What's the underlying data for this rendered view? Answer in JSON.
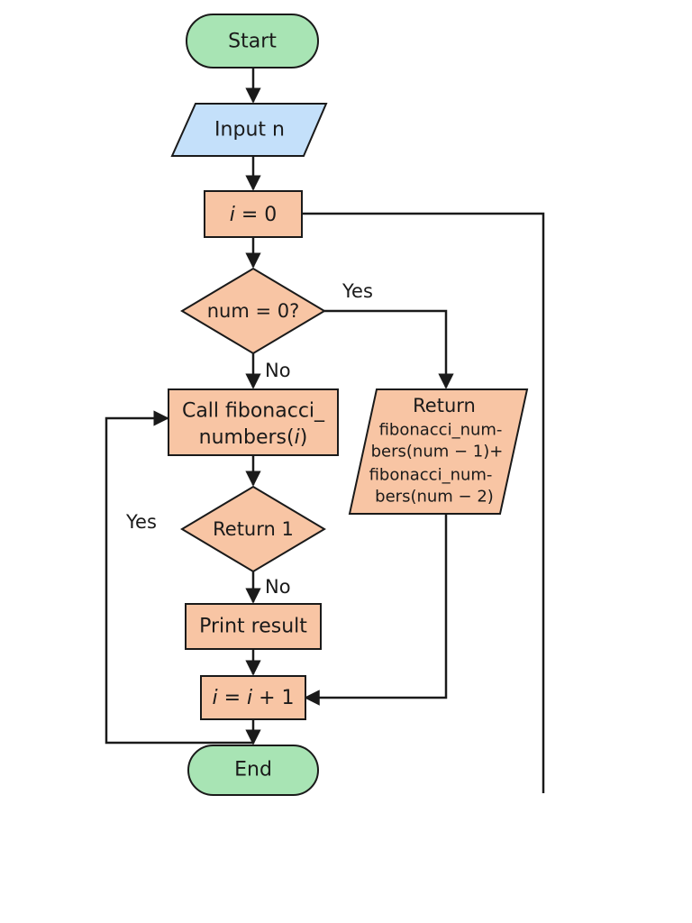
{
  "colors": {
    "terminal_fill": "#a8e4b4",
    "io_fill": "#c4e0fa",
    "process_fill": "#f8c5a4",
    "stroke": "#1a1a1a"
  },
  "nodes": {
    "start": "Start",
    "input": "Input n",
    "init": {
      "var": "i",
      "eq": " = 0"
    },
    "check_zero": "num = 0?",
    "call": {
      "line1": "Call fibonacci_",
      "line2a": "numbers(",
      "line2b": "i",
      "line2c": ")"
    },
    "return_one": "Return 1",
    "return_rec": {
      "line1": "Return",
      "line2": "fibonacci_num-",
      "line3": "bers(num − 1)+",
      "line4": "fibonacci_num-",
      "line5": "bers(num − 2)"
    },
    "print": "Print result",
    "increment": {
      "v1": "i",
      "mid": " = ",
      "v2": "i",
      "tail": " + 1"
    },
    "end": "End"
  },
  "edge_labels": {
    "check_yes": "Yes",
    "check_no": "No",
    "return_yes": "Yes",
    "return_no": "No"
  }
}
